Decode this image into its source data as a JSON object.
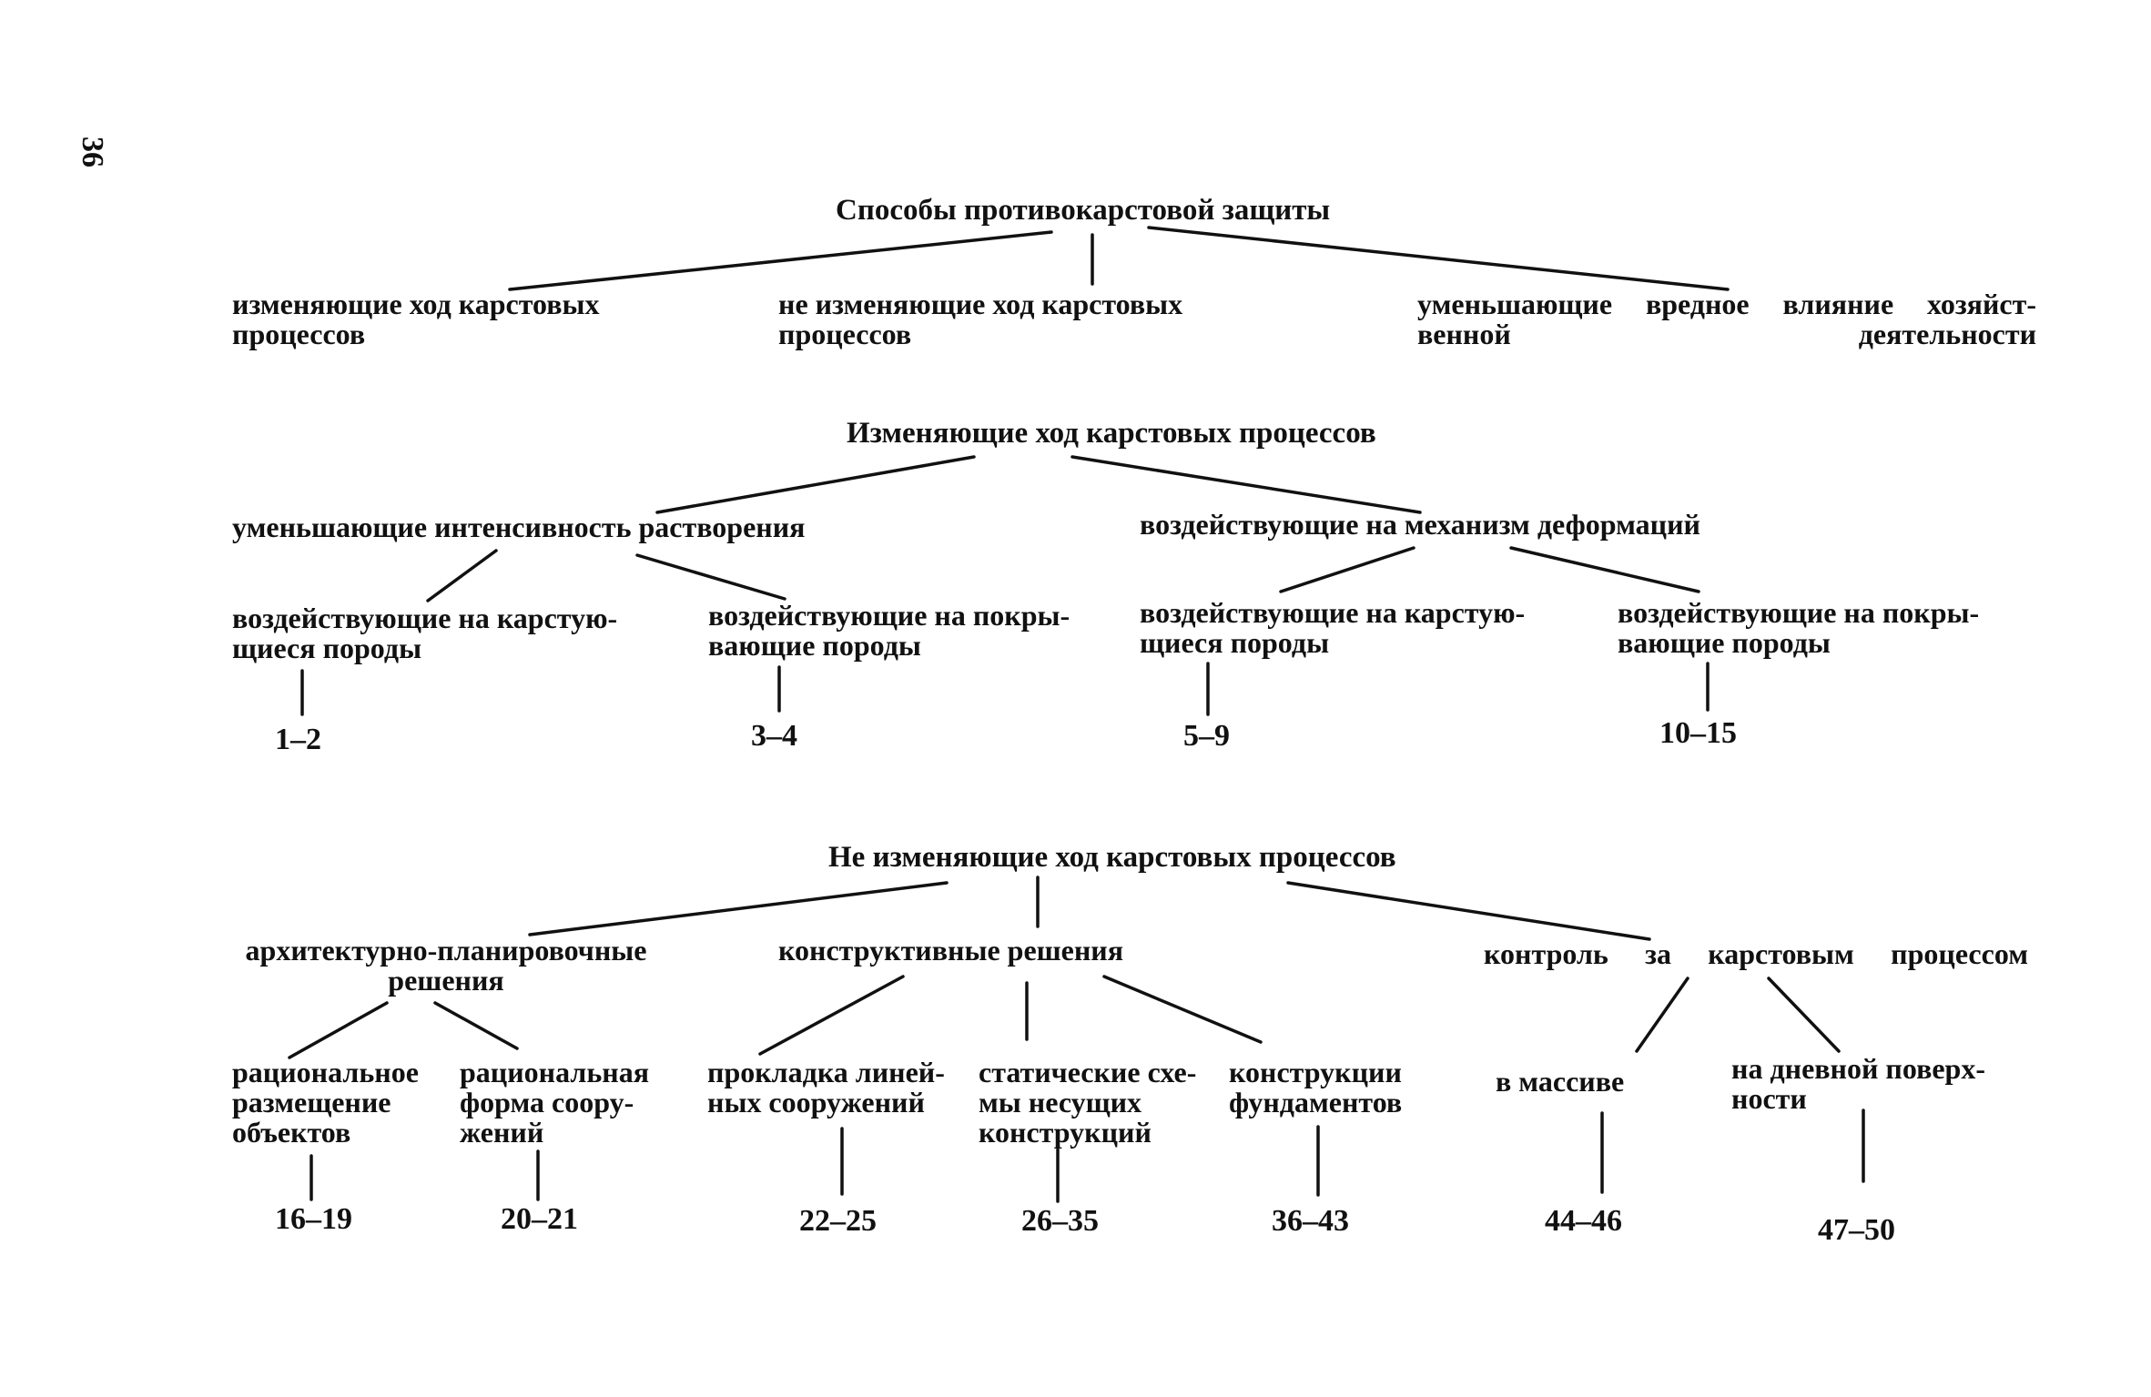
{
  "page_number": "36",
  "section1": {
    "title": "Способы  противокарстовой защиты",
    "children": [
      "изменяющие ход карстовых\nпроцессов",
      "не изменяющие ход карстовых\nпроцессов",
      "уменьшающие вредное влияние хозяйст-\nвенной деятельности"
    ]
  },
  "section2": {
    "title": "Изменяющие ход карстовых процессов",
    "branches": [
      {
        "label": "уменьшающие интенсивность растворения",
        "leaves": [
          {
            "label": "воздействующие на карстую-\nщиеся породы",
            "refs": "1–2"
          },
          {
            "label": "воздействующие на покры-\nвающие породы",
            "refs": "3–4"
          }
        ]
      },
      {
        "label": "воздействующие на механизм деформаций",
        "leaves": [
          {
            "label": "воздействующие на карстую-\nщиеся породы",
            "refs": "5–9"
          },
          {
            "label": "воздействующие на покры-\nвающие породы",
            "refs": "10–15"
          }
        ]
      }
    ]
  },
  "section3": {
    "title": "Не изменяющие ход карстовых процессов",
    "branches": [
      {
        "label": "архитектурно-планировочные\nрешения",
        "leaves": [
          {
            "label": "рациональное\nразмещение\nобъектов",
            "refs": "16–19"
          },
          {
            "label": "рациональная\nформа соору-\nжений",
            "refs": "20–21"
          }
        ]
      },
      {
        "label": "конструктивные решения",
        "leaves": [
          {
            "label": "прокладка линей-\nных сооружений",
            "refs": "22–25"
          },
          {
            "label": "статические схе-\nмы несущих\nконструкций",
            "refs": "26–35"
          },
          {
            "label": "конструкции\nфундаментов",
            "refs": "36–43"
          }
        ]
      },
      {
        "label": "контроль  за  карстовым  процессом",
        "leaves": [
          {
            "label": "в массиве",
            "refs": "44–46"
          },
          {
            "label": "на дневной поверх-\nности",
            "refs": "47–50"
          }
        ]
      }
    ]
  }
}
